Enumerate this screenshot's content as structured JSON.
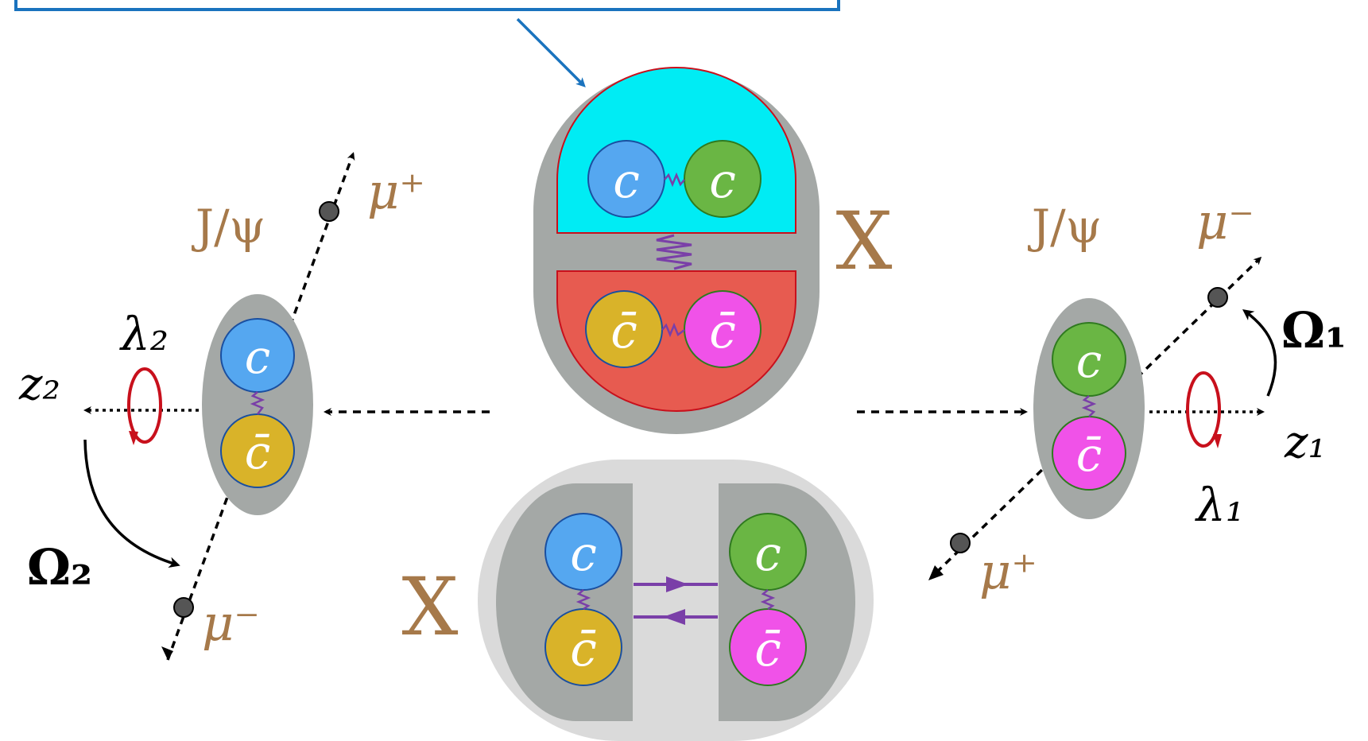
{
  "particle_label_left": "J/ψ",
  "particle_label_right": "J/ψ",
  "state_label_top": "X",
  "state_label_bottom": "X",
  "quarks": {
    "c": "c",
    "cbar": "c̄"
  },
  "muons": {
    "left_upper": "μ⁺",
    "left_lower": "μ⁻",
    "right_upper": "μ⁻",
    "right_lower": "μ⁺"
  },
  "axes": {
    "left": "z₂",
    "right": "z₁"
  },
  "helicities": {
    "left": "λ₂",
    "right": "λ₁"
  },
  "angles": {
    "left": "Ω₂",
    "right": "Ω₁"
  },
  "colors": {
    "quark_c_blue": "#55a7f0",
    "quark_c_green": "#6ab644",
    "quark_cbar_yellow": "#d9b329",
    "quark_cbar_magenta": "#f052e8",
    "diquark_cyan": "#00ecf4",
    "antidiquark_red": "#e75b50",
    "hadron_gray": "#a4a8a6",
    "light_gray": "#dadada",
    "accent_brown": "#a6794a",
    "callout_blue": "#1a73be",
    "gluon_purple": "#7a3fa8",
    "helicity_red": "#c8101c"
  }
}
